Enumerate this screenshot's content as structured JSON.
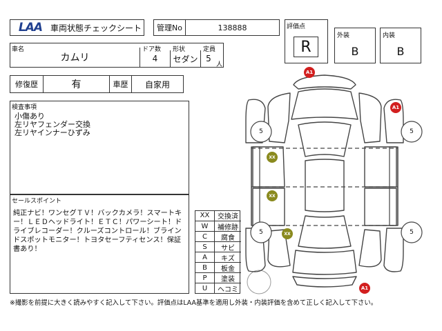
{
  "header": {
    "logo": "LAA",
    "title": "車両状態チェックシート",
    "mgmt_label": "管理No",
    "mgmt_no": "138888"
  },
  "grade": {
    "score_label": "評価点",
    "score": "R",
    "exterior_label": "外装",
    "exterior": "B",
    "interior_label": "内装",
    "interior": "B"
  },
  "vehicle": {
    "name_label": "車名",
    "name": "カムリ",
    "doors_label": "ドア数",
    "doors": "4",
    "body_label": "形状",
    "body": "セダン",
    "capacity_label": "定員",
    "capacity": "5",
    "capacity_unit": "人"
  },
  "history": {
    "repair_label": "修復歴",
    "repair": "有",
    "usage_label": "車歴",
    "usage": "自家用"
  },
  "inspection": {
    "label": "検査事項",
    "lines": [
      "小傷あり",
      "左リヤフェンダー交換",
      "左リヤインナーひずみ"
    ]
  },
  "sales": {
    "label": "セールスポイント",
    "text": "純正ナビ！ワンセグＴＶ！バックカメラ！スマートキー！ＬＥＤヘッドライト！ＥＴＣ！パワーシート！ドライブレコーダー！クルーズコントロール！ブラインドスポットモニター！トヨタセーフティセンス！保証書あり！"
  },
  "legend": [
    {
      "code": "XX",
      "meaning": "交換済"
    },
    {
      "code": "W",
      "meaning": "補修跡"
    },
    {
      "code": "C",
      "meaning": "腐食"
    },
    {
      "code": "S",
      "meaning": "サビ"
    },
    {
      "code": "A",
      "meaning": "キズ"
    },
    {
      "code": "B",
      "meaning": "板金"
    },
    {
      "code": "P",
      "meaning": "塗装"
    },
    {
      "code": "U",
      "meaning": "ヘコミ"
    }
  ],
  "diagram_marks": {
    "front": "A1",
    "right_front": "A1",
    "rear": "A1",
    "left_front_door": "XX",
    "left_rear_door": "XX",
    "left_rear_fender": "XX",
    "tire_lf": "5",
    "tire_rf": "5",
    "tire_lr": "5",
    "tire_rr": "5"
  },
  "footer": "※撮影を前提に大きく読みやすく記入して下さい。評価点はLAA基準を適用し外装・内装評価を含めて正しく記入して下さい。"
}
